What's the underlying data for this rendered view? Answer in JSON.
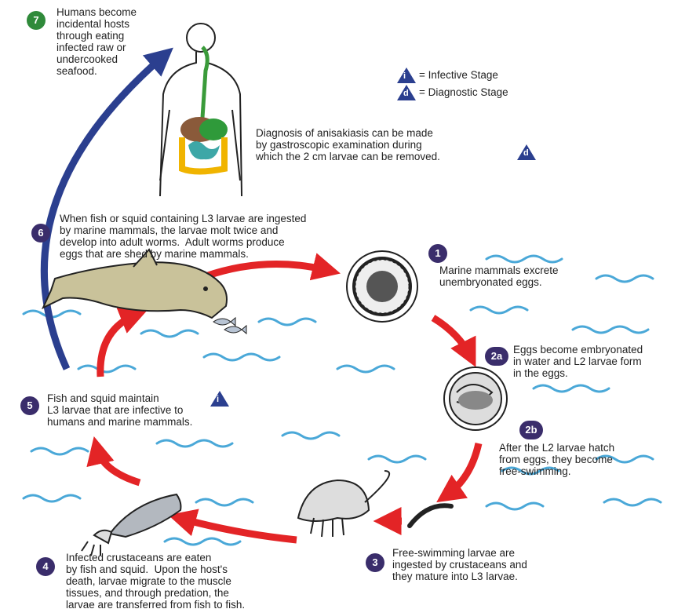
{
  "legend": {
    "infective_symbol": "i",
    "infective_label": "= Infective Stage",
    "diagnostic_symbol": "d",
    "diagnostic_label": "= Diagnostic Stage"
  },
  "steps": {
    "s1": {
      "num": "1",
      "text": "Marine mammals excrete\nunembryonated eggs."
    },
    "s2a": {
      "num": "2a",
      "text": "Eggs become embryonated\nin water and L2 larvae form\nin the eggs."
    },
    "s2b": {
      "num": "2b",
      "text": "After the L2 larvae hatch\nfrom eggs, they become\nfree-swimming."
    },
    "s3": {
      "num": "3",
      "text": "Free-swimming larvae are\ningested by crustaceans and\nthey mature into L3 larvae."
    },
    "s4": {
      "num": "4",
      "text": "Infected crustaceans are eaten\nby fish and squid.  Upon the host's\ndeath, larvae migrate to the muscle\ntissues, and through predation, the\nlarvae are transferred from fish to fish."
    },
    "s5": {
      "num": "5",
      "text": "Fish and squid maintain\nL3 larvae that are infective to\nhumans and marine mammals."
    },
    "s6": {
      "num": "6",
      "text": "When fish or squid containing L3 larvae are ingested\nby marine mammals, the larvae molt twice and\ndevelop into adult worms.  Adult worms produce\neggs that are shed by marine mammals."
    },
    "s7": {
      "num": "7",
      "text": "Humans become\nincidental hosts\nthrough eating\ninfected raw or\nundercooked\nseafood."
    }
  },
  "diagnosis_text": "Diagnosis of anisakiasis can be made\nby gastroscopic examination during\nwhich the 2 cm larvae can be removed.",
  "colors": {
    "cycle_arrow": "#e32426",
    "human_arrow": "#2b3f8f",
    "step_badge": "#3a2d6b",
    "human_badge": "#2f8a3a",
    "water": "#4aa8d8",
    "dolphin": "#c9c29a"
  }
}
